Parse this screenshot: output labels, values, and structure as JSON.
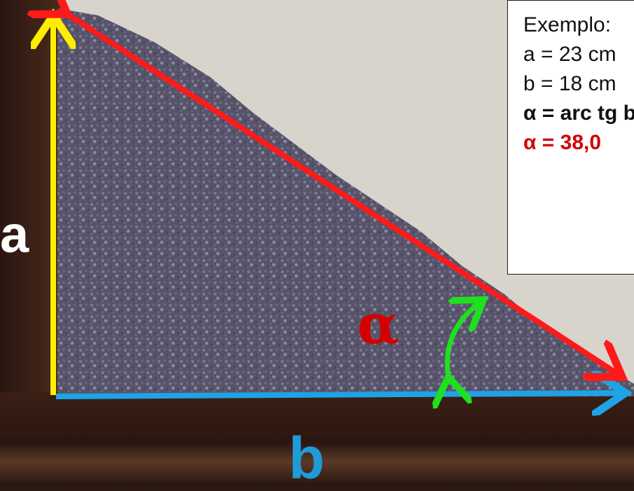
{
  "info_box": {
    "lines": [
      "Exemplo:",
      "a = 23 cm",
      "b = 18 cm",
      "α = arc tg b/a",
      "α = 38,0"
    ]
  },
  "labels": {
    "vertical_side": "a",
    "horizontal_side": "b",
    "angle": "α"
  },
  "colors": {
    "side_a": "#ffee00",
    "side_b": "#1ea3e6",
    "hypotenuse": "#ff1a1a",
    "angle_arc": "#1fe01f",
    "alpha_label": "#d40000",
    "result_text": "#d40000"
  }
}
